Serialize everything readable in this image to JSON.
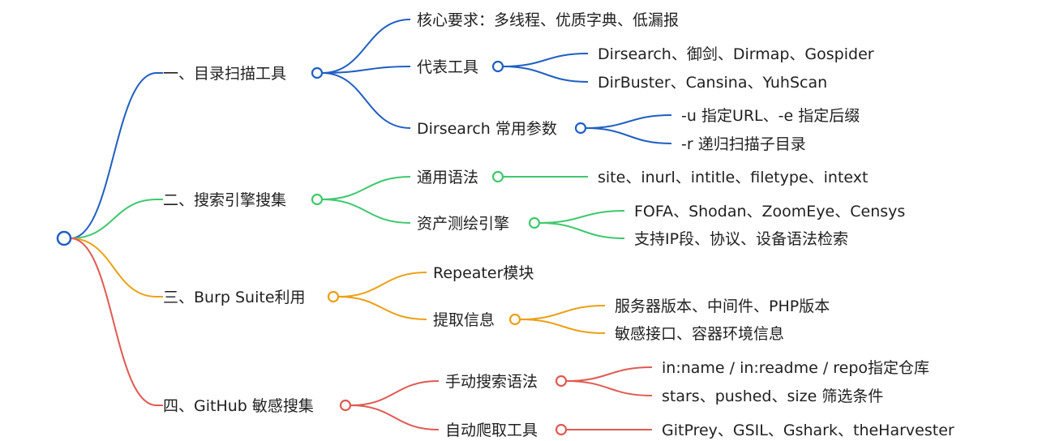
{
  "colors": {
    "blue": "#1f5fc2",
    "green": "#3ec96d",
    "orange": "#eca016",
    "red": "#e05a52",
    "text": "#1f1f1f"
  },
  "branches": [
    {
      "label": "一、目录扫描工具",
      "color": "blue",
      "children": [
        {
          "label": "核心要求：多线程、优质字典、低漏报",
          "children": []
        },
        {
          "label": "代表工具",
          "children": [
            {
              "label": "Dirsearch、御剑、Dirmap、Gospider"
            },
            {
              "label": "DirBuster、Cansina、YuhScan"
            }
          ]
        },
        {
          "label": "Dirsearch 常用参数",
          "children": [
            {
              "label": "-u 指定URL、-e 指定后缀"
            },
            {
              "label": "-r 递归扫描子目录"
            }
          ]
        }
      ]
    },
    {
      "label": "二、搜索引擎搜集",
      "color": "green",
      "children": [
        {
          "label": "通用语法",
          "children": [
            {
              "label": "site、inurl、intitle、filetype、intext"
            }
          ]
        },
        {
          "label": "资产测绘引擎",
          "children": [
            {
              "label": "FOFA、Shodan、ZoomEye、Censys"
            },
            {
              "label": "支持IP段、协议、设备语法检索"
            }
          ]
        }
      ]
    },
    {
      "label": "三、Burp Suite利用",
      "color": "orange",
      "children": [
        {
          "label": "Repeater模块",
          "children": []
        },
        {
          "label": "提取信息",
          "children": [
            {
              "label": "服务器版本、中间件、PHP版本"
            },
            {
              "label": "敏感接口、容器环境信息"
            }
          ]
        }
      ]
    },
    {
      "label": "四、GitHub 敏感搜集",
      "color": "red",
      "children": [
        {
          "label": "手动搜索语法",
          "children": [
            {
              "label": "in:name / in:readme / repo指定仓库"
            },
            {
              "label": "stars、pushed、size 筛选条件"
            }
          ]
        },
        {
          "label": "自动爬取工具",
          "children": [
            {
              "label": "GitPrey、GSIL、Gshark、theHarvester"
            }
          ]
        }
      ]
    }
  ]
}
